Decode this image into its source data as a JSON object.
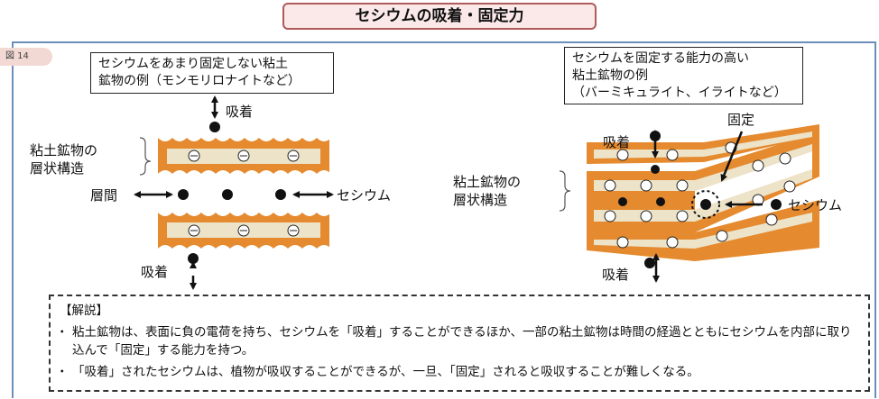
{
  "title": "セシウムの吸着・固定力",
  "figure_tag": "図 14",
  "left_caption": [
    "セシウムをあまり固定しない粘土",
    "鉱物の例（モンモリロナイトなど）"
  ],
  "right_caption": [
    "セシウムを固定する能力の高い",
    "粘土鉱物の例",
    "（バーミキュライト、イライトなど）"
  ],
  "labels": {
    "adsorption": "吸着",
    "layer_structure_line1": "粘土鉱物の",
    "layer_structure_line2": "層状構造",
    "interlayer": "層間",
    "cesium": "セシウム",
    "fixed": "固定",
    "minus": "⊖"
  },
  "explanation": {
    "heading": "【解説】",
    "items": [
      "粘土鉱物は、表面に負の電荷を持ち、セシウムを「吸着」することができるほか、一部の粘土鉱物は時間の経過とともにセシウムを内部に取り込んで「固定」する能力を持つ。",
      "「吸着」されたセシウムは、植物が吸収することができるが、一旦、「固定」されると吸収することが難しくなる。"
    ]
  },
  "colors": {
    "clay_orange": "#e58a2e",
    "interlayer_beige": "#ece3c9",
    "title_border": "#b05a5a",
    "title_fill": "#fbe9e9",
    "frame_blue": "#6a8fb8"
  }
}
